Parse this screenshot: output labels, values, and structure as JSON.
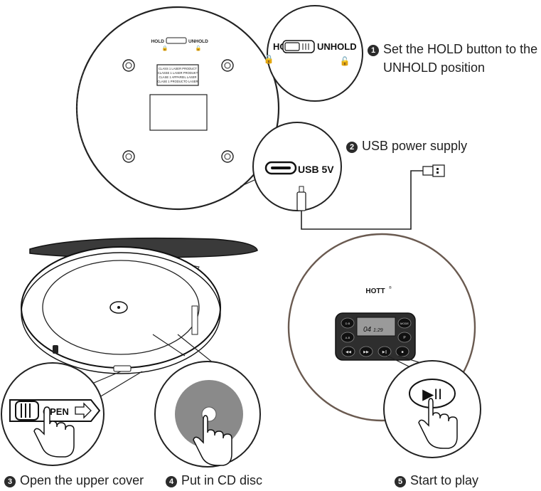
{
  "steps": [
    {
      "number": "1",
      "text_line1": "Set the HOLD button to the",
      "text_line2": "UNHOLD position"
    },
    {
      "number": "2",
      "text": "USB power supply"
    },
    {
      "number": "3",
      "text": "Open the upper cover"
    },
    {
      "number": "4",
      "text": "Put in CD disc"
    },
    {
      "number": "5",
      "text": "Start to play"
    }
  ],
  "device_back": {
    "hold_label": "HOLD",
    "unhold_label": "UNHOLD",
    "laser_label_lines": [
      "CLASS 1 LASER PRODUCT",
      "CLASSE 1 LASER PRODUKT",
      "CLASE 1 APPAREIL LASER",
      "CLASE 1 PRODUCTO LASER"
    ]
  },
  "zoom_hold": {
    "hold": "HOLD",
    "unhold": "UNHOLD"
  },
  "zoom_usb": {
    "label": "USB 5V"
  },
  "open_latch": {
    "label": "OPEN"
  },
  "player_front": {
    "brand": "HOTT",
    "brand_mark": "®",
    "lcd_readout": "04",
    "lcd_small": "1:29",
    "buttons": [
      "D.B",
      "MODE",
      "A-B",
      "P",
      "◀◀",
      "▶▶",
      "▶||",
      "■"
    ]
  },
  "play_symbol": "▶II",
  "colors": {
    "ink": "#1f1f1f",
    "disc": "#8a8a8a",
    "body": "#ffffff",
    "display": "#9a9a9a"
  }
}
